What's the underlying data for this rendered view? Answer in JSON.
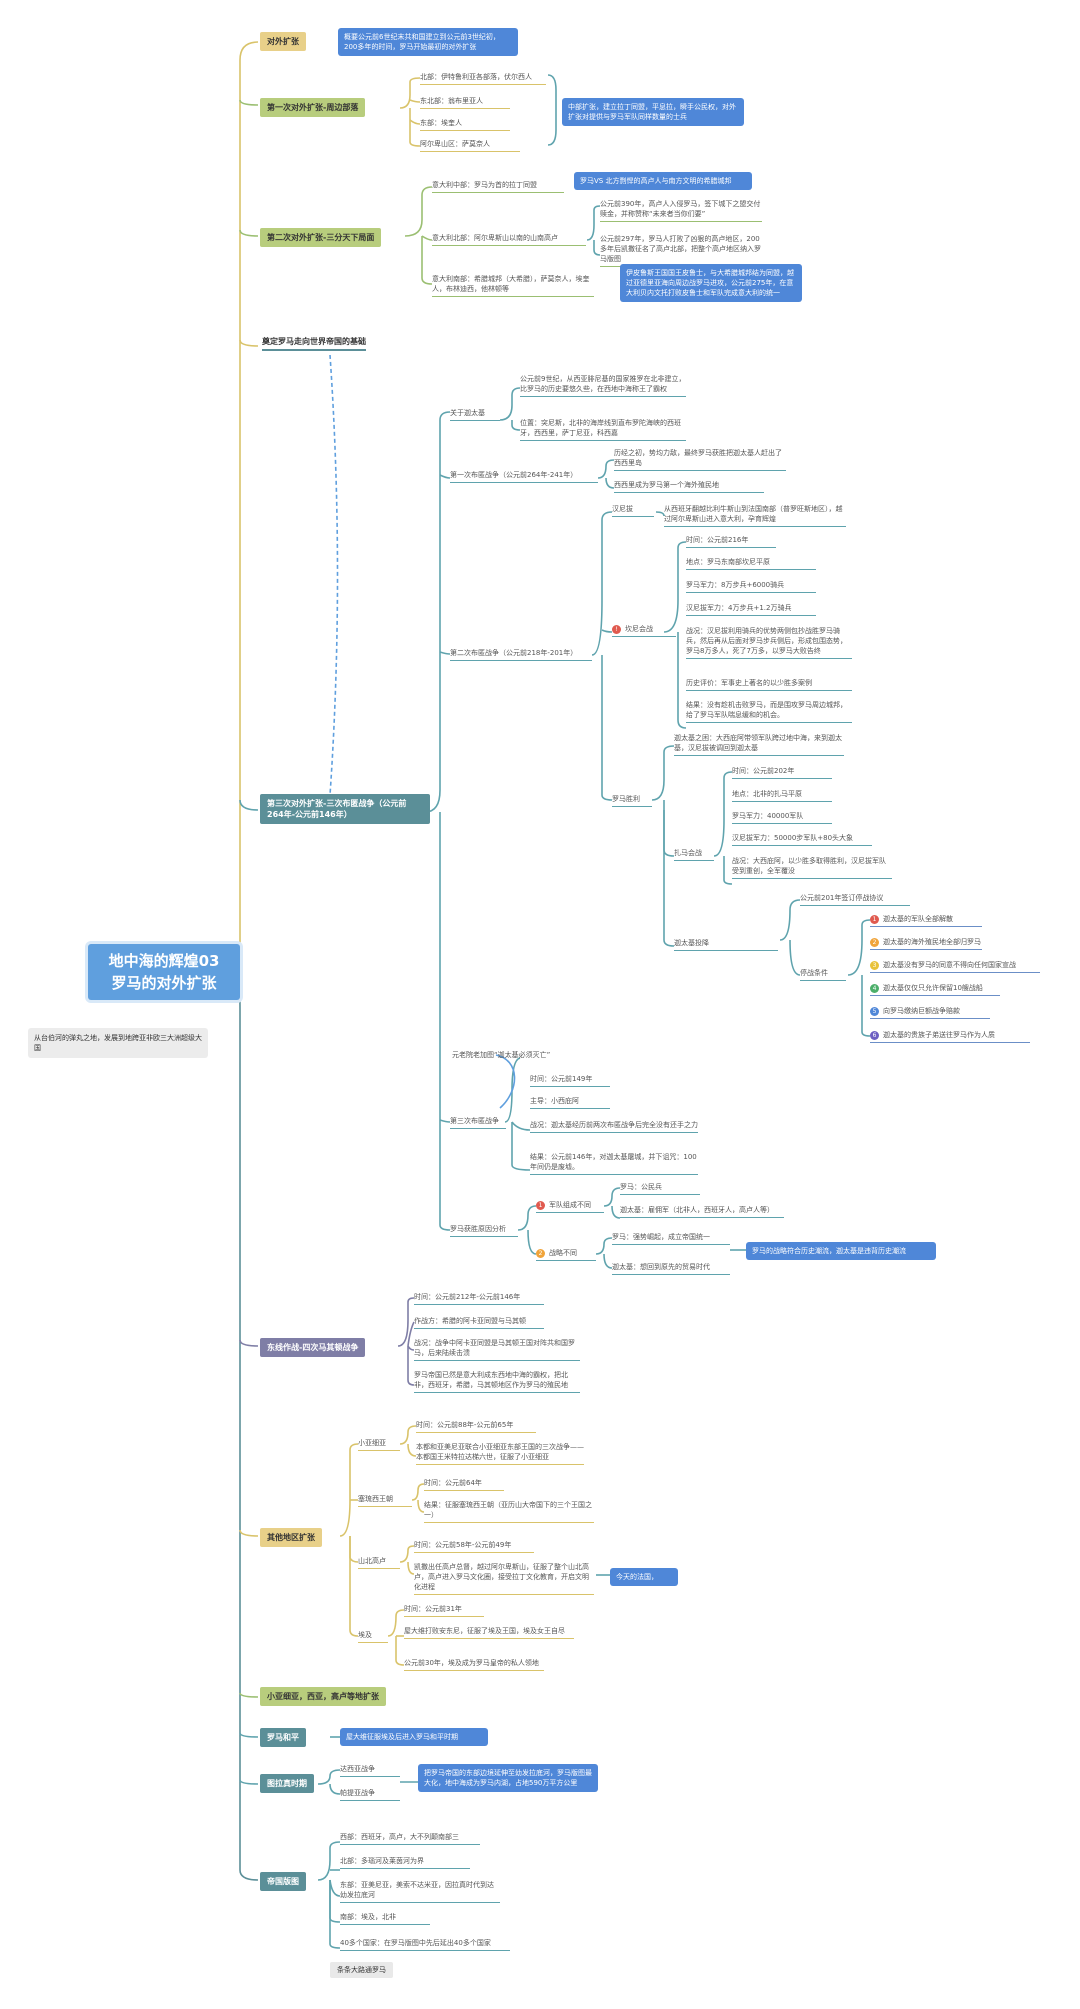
{
  "root": {
    "line1": "地中海的辉煌03",
    "line2": "罗马的对外扩张"
  },
  "root_note": "从台伯河的弹丸之地，发展到地跨亚非欧三大洲超级大国",
  "branches": {
    "b1": {
      "title": "对外扩张",
      "note": "概要公元前6世纪末共和国建立到公元前3世纪初，200多年的时间，罗马开始最初的对外扩张"
    },
    "b2": {
      "title": "第一次对外扩张-周边部落",
      "items": [
        "北部：伊特鲁利亚各部落，伏尔西人",
        "东北部：翁布里亚人",
        "东部：埃奎人",
        "阿尔卑山区：萨莫奈人"
      ],
      "note": "中部扩张，建立拉丁同盟，平息拉，瞬手公民权，对外扩张对提供与罗马军队同样数量的士兵"
    },
    "b3": {
      "title": "第二次对外扩张-三分天下局面",
      "items": [
        "意大利中部：罗马为首的拉丁同盟",
        "意大利北部：阿尔卑斯山以南的山南高卢",
        "意大利南部：希腊城邦（大希腊），萨莫奈人，埃奎人，布林迪西，他林顿等"
      ],
      "note1": "罗马VS 北方剽悍的高卢人与南方文明的希腊城邦",
      "sub1": "公元前390年，高卢人入侵罗马，签下城下之盟交付赎金，并称赞称“未来者当你们要”",
      "sub2": "公元前297年，罗马人打败了凶狠的高卢地区，200多年后凯撒征名了高卢北部，把整个高卢地区纳入罗马版图",
      "note2": "伊皮鲁斯王国国王皮鲁士，与大希腊城邦结为同盟，越过亚德里亚海向周边战罗马进攻，公元前275年，在意大利贝内文托打败皮鲁士和军队完成意大利的统一"
    },
    "found": {
      "title": "奠定罗马走向世界帝国的基础"
    },
    "b4": {
      "title": "第三次对外扩张-三次布匿战争（公元前264年-公元前146年）",
      "about": {
        "label": "关于迦太基",
        "items": [
          "公元前9世纪，从西亚腓尼基的国家推罗在北非建立，比罗马的历史要悠久些，在西地中海称王了霸权",
          "位置：突尼斯，北非的海岸线到直布罗陀海峡的西班牙，西西里，萨丁尼亚，科西嘉"
        ]
      },
      "war1": {
        "label": "第一次布匿战争（公元前264年-241年）",
        "items": [
          "历经之初，势均力敌，最终罗马获胜把迦太基人赶出了西西里岛",
          "西西里成为罗马第一个海外殖民地"
        ]
      },
      "war2": {
        "label": "第二次布匿战争（公元前218年-201年）",
        "hannibal": {
          "label": "汉尼拔",
          "text": "从西班牙翻越比利牛斯山到法国南部（普罗旺斯地区），越过阿尔卑斯山进入意大利，孕育辉煌"
        },
        "cannae": {
          "label": "坎尼会战",
          "items": [
            "时间：公元前216年",
            "地点：罗马东南部坎尼平原",
            "罗马军力：8万步兵+6000骑兵",
            "汉尼拔军力：4万步兵+1.2万骑兵",
            "战况：汉尼拔利用骑兵的优势两侧包抄战胜罗马骑兵，然后再从后面对罗马步兵侧后，形成包围态势，罗马8万多人，死了7万多，以罗马大败告终",
            "历史评价：军事史上著名的以少胜多案例",
            "结果：没有趁机击败罗马，而是围攻罗马周边城邦，给了罗马军队喘息缓和的机会。"
          ]
        },
        "victory": {
          "label": "罗马胜利",
          "intro": "迦太基之困：大西庇阿带领军队跨过地中海，来到迦太基，汉尼拔被调回到迦太基",
          "zama": {
            "label": "扎马会战",
            "items": [
              "时间：公元前202年",
              "地点：北非的扎马平原",
              "罗马军力：40000军队",
              "汉尼拔军力：50000步军队+80头大象",
              "战况：大西庇阿，以少胜多取得胜利，汉尼拔军队受到重创，全军覆没"
            ]
          },
          "surrender": {
            "label": "迦太基投降",
            "date": "公元前201年签订停战协议",
            "terms_label": "停战条件",
            "terms": [
              "迦太基的军队全部解散",
              "迦太基的海外殖民地全部归罗马",
              "迦太基没有罗马的同意不得向任何国家宣战",
              "迦太基仅仅只允许保留10艘战船",
              "向罗马缴纳巨额战争赔款",
              "迦太基的贵族子弟送往罗马作为人质"
            ]
          }
        }
      },
      "war3": {
        "label": "第三次布匿战争",
        "quote": "元老院老加图“迦太基必须灭亡”",
        "items": [
          "时间：公元前149年",
          "主导：小西庇阿",
          "战况：迦太基经历前两次布匿战争后完全没有还手之力",
          "结果：公元前146年，对迦太基屠城，并下诅咒：100年间仍是废墟。"
        ]
      },
      "reason": {
        "label": "罗马获胜原因分析",
        "r1": {
          "label": "军队组成不同",
          "items": [
            "罗马：公民兵",
            "迦太基：雇佣军（北非人，西班牙人，高卢人等）"
          ]
        },
        "r2": {
          "label": "战略不同",
          "items": [
            "罗马：强势崛起，成立帝国统一",
            "迦太基：想回到原先的贸易时代"
          ]
        },
        "note": "罗马的战略符合历史潮流，迦太基是违背历史潮流"
      }
    },
    "b5": {
      "title": "东线作战-四次马其顿战争",
      "items": [
        "时间：公元前212年-公元前146年",
        "作战方：希腊的阿卡亚同盟与马其顿",
        "战况：战争中阿卡亚同盟是马其顿王国对阵共和国罗马，后来陆续击溃",
        "罗马帝国已然是意大利成东西地中海的霸权，把北非，西班牙，希腊，马其顿地区作为罗马的殖民地"
      ]
    },
    "b6": {
      "title": "其他地区扩张",
      "asia": {
        "label": "小亚细亚",
        "items": [
          "时间：公元前88年-公元前65年",
          "本都和亚美尼亚联合小亚细亚东部王国的三次战争——本都国王米特拉达梯六世，征服了小亚细亚"
        ]
      },
      "syria": {
        "label": "塞琉西王朝",
        "items": [
          "时间：公元前64年",
          "结果：征服塞琉西王朝（亚历山大帝国下的三个王国之一）"
        ]
      },
      "gaul": {
        "label": "山北高卢",
        "items": [
          "时间：公元前58年-公元前49年",
          "凯撒出任高卢总督，越过阿尔卑斯山，征服了整个山北高卢，高卢进入罗马文化圈，接受拉丁文化教育，开启文明化进程"
        ],
        "note": "今天的法国，"
      },
      "egypt": {
        "label": "埃及",
        "items": [
          "时间：公元前31年",
          "屋大维打败安东尼，征服了埃及王国，埃及女王自尽",
          "公元前30年，埃及成为罗马皇帝的私人领地"
        ]
      }
    },
    "b7": {
      "title": "小亚细亚，西亚，高卢等地扩张"
    },
    "b8": {
      "title": "罗马和平",
      "note": "屋大维征服埃及后进入罗马和平时期"
    },
    "b9": {
      "title": "图拉真时期",
      "items": [
        "达西亚战争",
        "帕提亚战争"
      ],
      "note": "把罗马帝国的东部边境延伸至幼发拉底河，罗马版图最大化，地中海成为罗马内湖，占地590万平方公里"
    },
    "b10": {
      "title": "帝国版图",
      "items": [
        "西部：西班牙，高卢，大不列颠南部三",
        "北部：多瑙河及莱茵河为界",
        "东部：亚美尼亚，美索不达米亚，因拉真时代到达幼发拉底河",
        "南部：埃及，北非",
        "40多个国家：在罗马版图中先后延出40多个国家"
      ],
      "footer": "条条大路通罗马"
    }
  },
  "colors": {
    "teal": "#5b8f98",
    "gold": "#e8d089",
    "olive": "#b8cd7d",
    "purple": "#7f7ea6",
    "blue_note": "#4f87d8",
    "root": "#5f9fde"
  }
}
